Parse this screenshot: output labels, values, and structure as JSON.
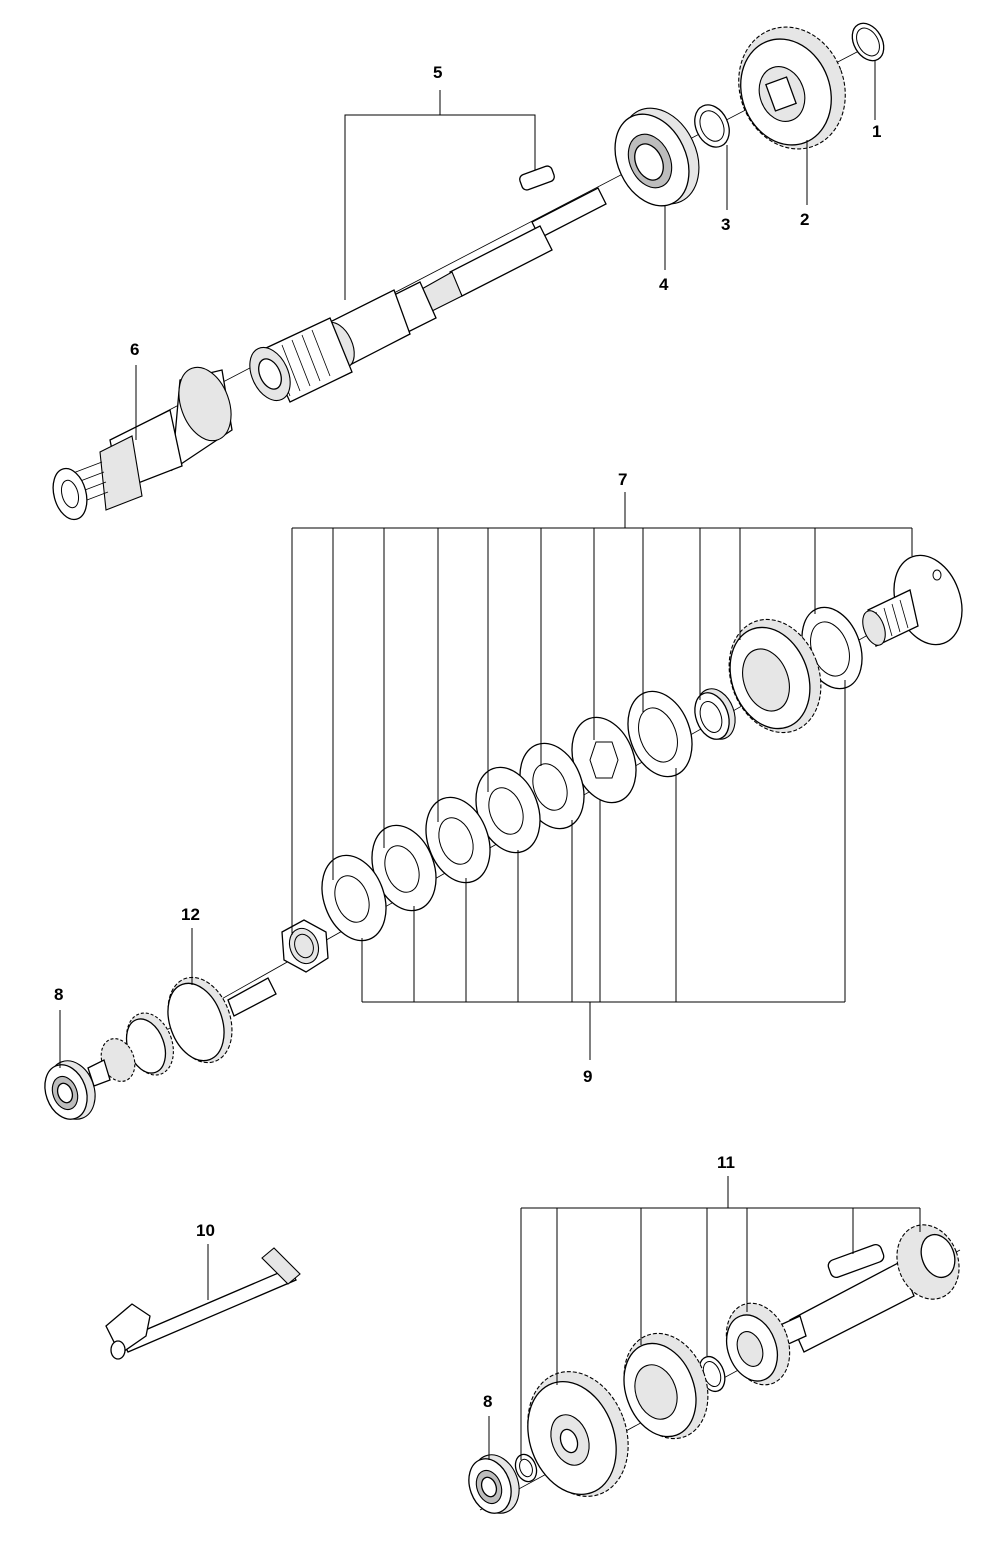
{
  "diagram": {
    "callouts": [
      {
        "id": "1",
        "text": "1"
      },
      {
        "id": "2",
        "text": "2"
      },
      {
        "id": "3",
        "text": "3"
      },
      {
        "id": "4",
        "text": "4"
      },
      {
        "id": "5",
        "text": "5"
      },
      {
        "id": "6",
        "text": "6"
      },
      {
        "id": "7",
        "text": "7"
      },
      {
        "id": "8a",
        "text": "8"
      },
      {
        "id": "9",
        "text": "9"
      },
      {
        "id": "10",
        "text": "10"
      },
      {
        "id": "11",
        "text": "11"
      },
      {
        "id": "12",
        "text": "12"
      },
      {
        "id": "8b",
        "text": "8"
      }
    ]
  }
}
